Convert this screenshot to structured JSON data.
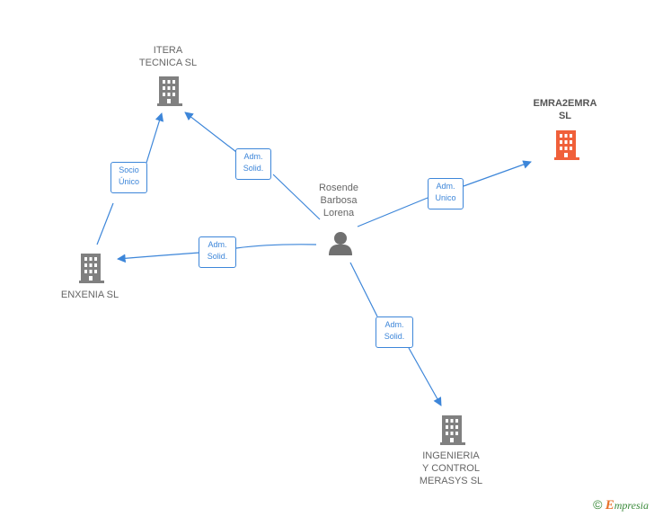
{
  "colors": {
    "edge": "#3d86d9",
    "company_gray": "#808080",
    "company_highlight": "#f0603a",
    "person": "#707070"
  },
  "person": {
    "icon": "person-icon",
    "label_lines": [
      "Rosende",
      "Barbosa",
      "Lorena"
    ]
  },
  "companies": {
    "itera": {
      "icon": "building-icon",
      "label_lines": [
        "ITERA",
        "TECNICA  SL"
      ]
    },
    "emra": {
      "icon": "building-icon",
      "label_lines": [
        "EMRA2EMRA",
        "SL"
      ]
    },
    "enxenia": {
      "icon": "building-icon",
      "label_lines": [
        "ENXENIA SL"
      ]
    },
    "ingenieria": {
      "icon": "building-icon",
      "label_lines": [
        "INGENIERIA",
        "Y CONTROL",
        "MERASYS  SL"
      ]
    }
  },
  "edges": {
    "to_itera": [
      "Adm.",
      "Solid."
    ],
    "to_emra": [
      "Adm.",
      "Unico"
    ],
    "to_enxenia": [
      "Adm.",
      "Solid."
    ],
    "to_ingenieria": [
      "Adm.",
      "Solid."
    ],
    "enxenia_to_itera": [
      "Socio",
      "Único"
    ]
  },
  "footer": {
    "copyright": "©",
    "brand_initial": "E",
    "brand_rest": "mpresia"
  }
}
